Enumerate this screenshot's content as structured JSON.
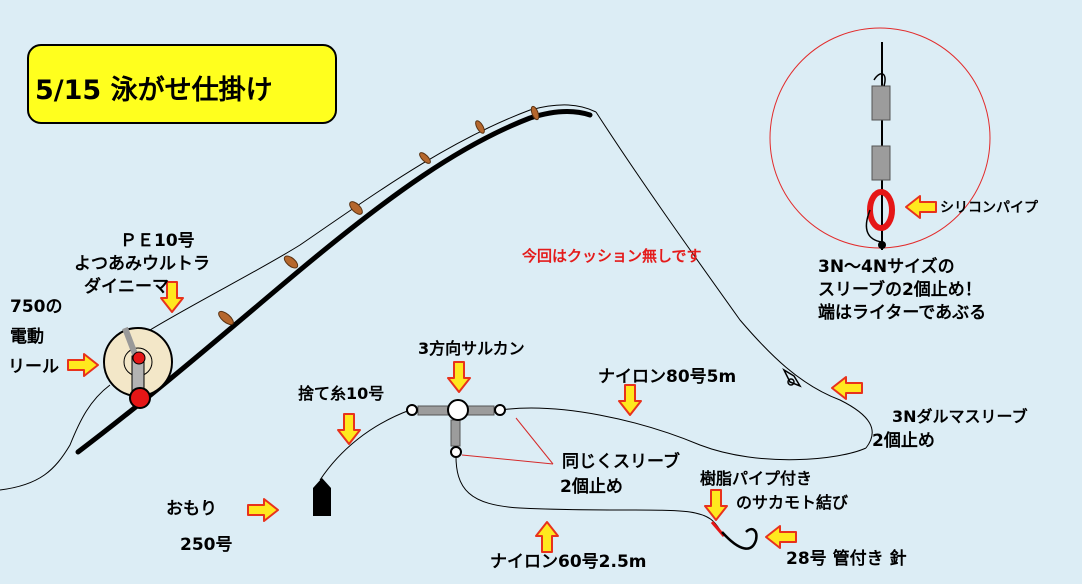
{
  "title": "5/15 泳がせ仕掛け",
  "labels": {
    "pe_line_1": "ＰＥ10号",
    "pe_line_2": "よつあみウルトラ",
    "pe_line_3": "ダイニーマ",
    "reel_1": "750の",
    "reel_2": "電動",
    "reel_3": "リール",
    "note_red": "今回はクッション無しです",
    "silicon": "シリコンパイプ",
    "sleeve_1": "3N～4Nサイズの",
    "sleeve_2": "スリーブの2個止め！",
    "sleeve_3": "端はライターであぶる",
    "swivel": "3方向サルカン",
    "nylon80": "ナイロン80号5m",
    "sleeve_daruma_1": "3Nダルマスリーブ",
    "sleeve_daruma_2": "2個止め",
    "sute_ito": "捨て糸10号",
    "same_sleeve_1": "同じくスリーブ",
    "same_sleeve_2": "2個止め",
    "hook_knot_1": "樹脂パイプ付き",
    "hook_knot_2": "のサカモト結び",
    "sinker_1": "おもり",
    "sinker_2": "250号",
    "nylon60": "ナイロン60号2.5m",
    "hook": "28号 管付き 針"
  },
  "colors": {
    "background": "#dcedf5",
    "title_box": "#ffff1e",
    "arrow_fill": "#ffe81e",
    "arrow_stroke": "#e8321c",
    "note_text": "#e41b1b",
    "rod": "#000000",
    "guide": "#b5672d",
    "reel_body": "#f3e7c8",
    "reel_knob": "#e51616",
    "swivel": "#9c9c9c",
    "silicon_pipe": "#e51616"
  }
}
